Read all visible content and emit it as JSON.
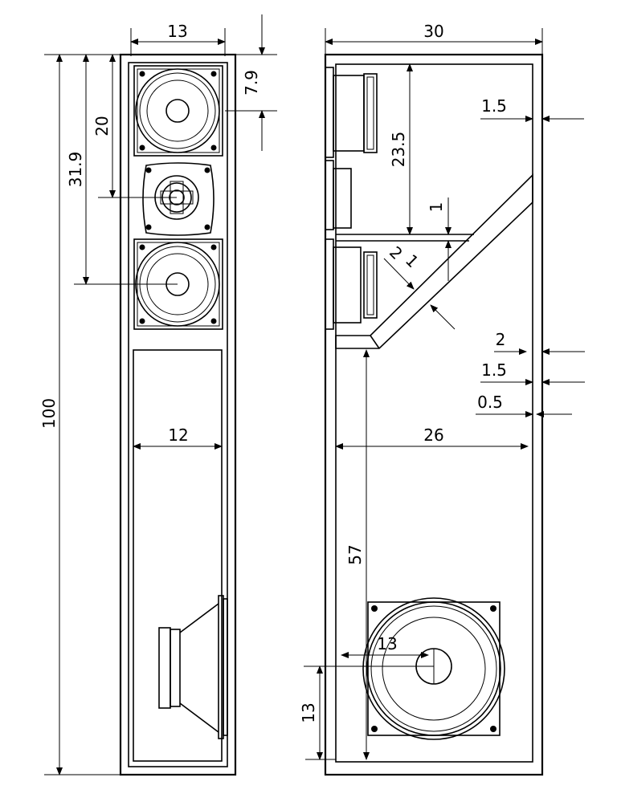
{
  "dimensions": {
    "front_width": "13",
    "side_width": "30",
    "top_offset": "7.9",
    "front_height": "100",
    "tweeter_height": "31.9",
    "mid_height": "20",
    "inner_width": "12",
    "depth_upper": "23.5",
    "shelf_thickness": "1",
    "baffle_thickness": "2",
    "wall_thickness_top": "1.5",
    "wall_2": "2",
    "wall_1_5": "1.5",
    "wall_0_5": "0.5",
    "inner_depth": "26",
    "port_height": "57",
    "woofer_offset_x": "13",
    "woofer_offset_y": "13",
    "diag_1": "1"
  }
}
